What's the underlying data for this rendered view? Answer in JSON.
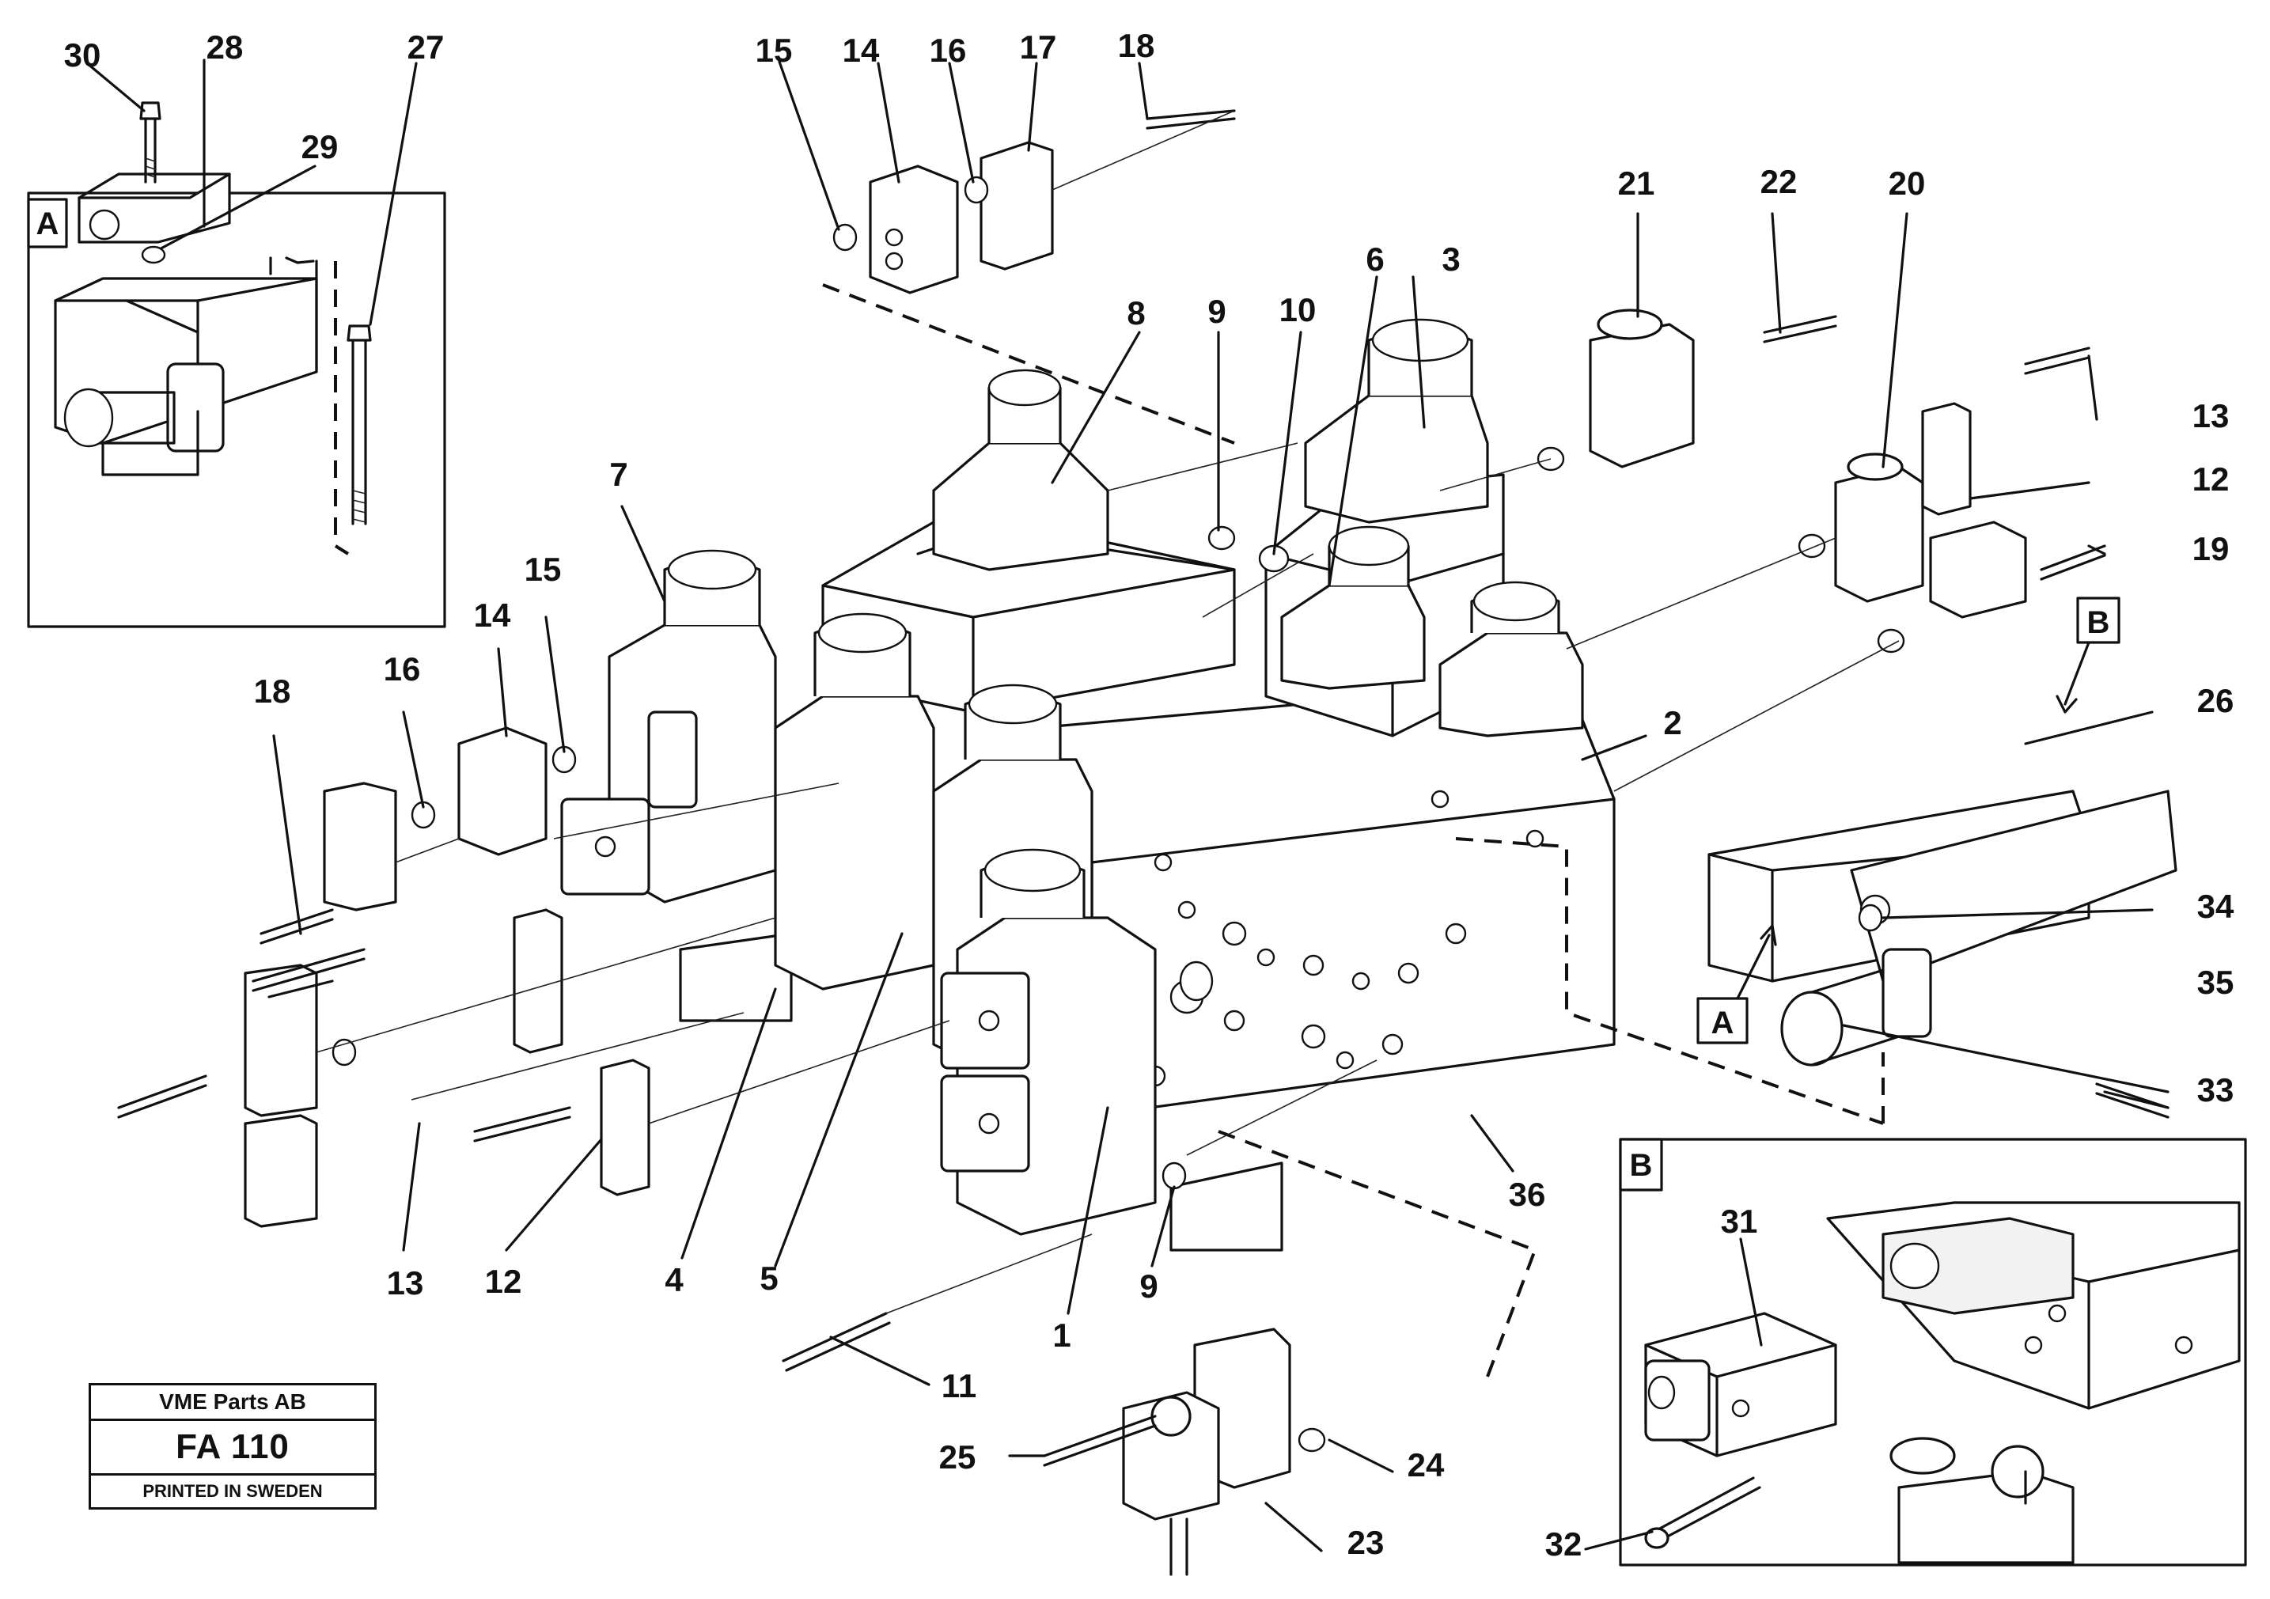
{
  "callouts": [
    "30",
    "28",
    "27",
    "29",
    "15",
    "14",
    "16",
    "17",
    "18",
    "8",
    "9",
    "10",
    "6",
    "3",
    "21",
    "22",
    "20",
    "13",
    "12",
    "19",
    "7",
    "15",
    "14",
    "16",
    "18",
    "2",
    "26",
    "34",
    "35",
    "33",
    "36",
    "4",
    "5",
    "1",
    "9",
    "11",
    "25",
    "24",
    "23",
    "13",
    "12",
    "31",
    "32"
  ],
  "box_labels": {
    "inset_a": "A",
    "inset_b": "B",
    "tag_a": "A",
    "tag_b": "B"
  },
  "stamp": {
    "company": "VME Parts AB",
    "code": "FA 110",
    "printed": "PRINTED IN SWEDEN"
  }
}
